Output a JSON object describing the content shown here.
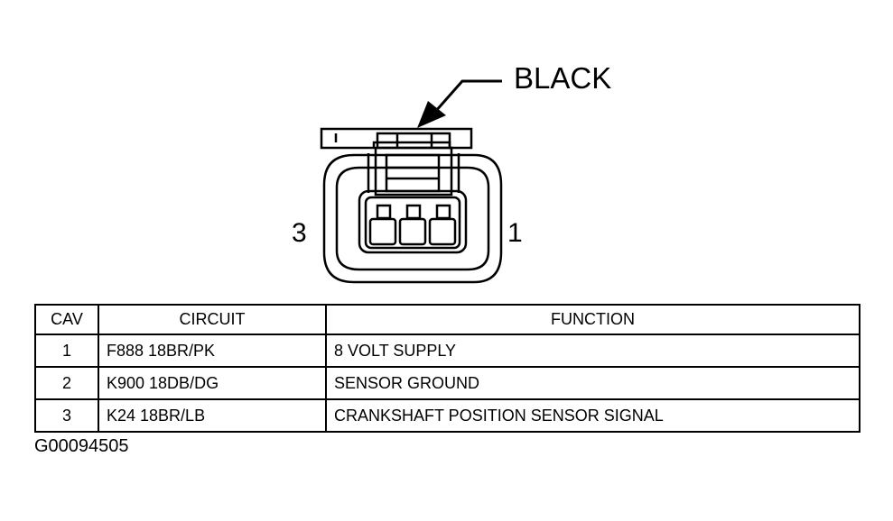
{
  "diagram": {
    "connector_color_label": "BLACK",
    "pin_label_left": "3",
    "pin_label_right": "1",
    "figure_id": "G00094505"
  },
  "table": {
    "headers": {
      "cav": "CAV",
      "circuit": "CIRCUIT",
      "function": "FUNCTION"
    },
    "rows": [
      {
        "cav": "1",
        "circuit": "F888 18BR/PK",
        "function": "8 VOLT SUPPLY"
      },
      {
        "cav": "2",
        "circuit": "K900 18DB/DG",
        "function": "SENSOR GROUND"
      },
      {
        "cav": "3",
        "circuit": "K24 18BR/LB",
        "function": "CRANKSHAFT POSITION SENSOR SIGNAL"
      }
    ]
  }
}
